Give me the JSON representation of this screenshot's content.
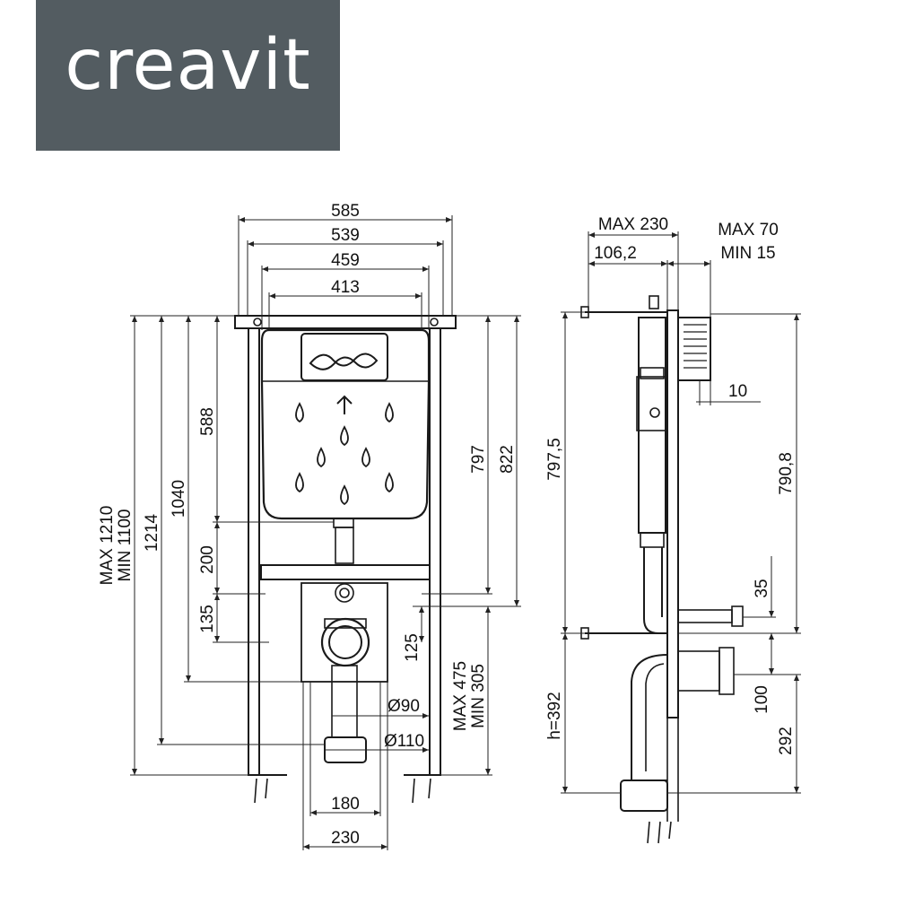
{
  "brand": {
    "name": "creavit",
    "logo_bg": "#535c61",
    "logo_fg": "#ffffff"
  },
  "front_view": {
    "width_dims": [
      "585",
      "539",
      "459",
      "413"
    ],
    "left_dims": [
      "MAX 1210",
      "MIN 1100",
      "1214",
      "1040",
      "588",
      "200",
      "135"
    ],
    "right_dims": [
      "797",
      "822",
      "125",
      "MAX 475",
      "MIN 305"
    ],
    "pipe_dims": [
      "Ø90",
      "Ø110"
    ],
    "bottom_dims": [
      "180",
      "230"
    ]
  },
  "side_view": {
    "top_dims": [
      "MAX 230",
      "106,2",
      "MAX 70",
      "MIN 15"
    ],
    "dims": [
      "10",
      "797,5",
      "790,8",
      "35",
      "100",
      "292",
      "h=392"
    ]
  },
  "colors": {
    "line": "#1a1a1a",
    "dim_line": "#222222"
  }
}
